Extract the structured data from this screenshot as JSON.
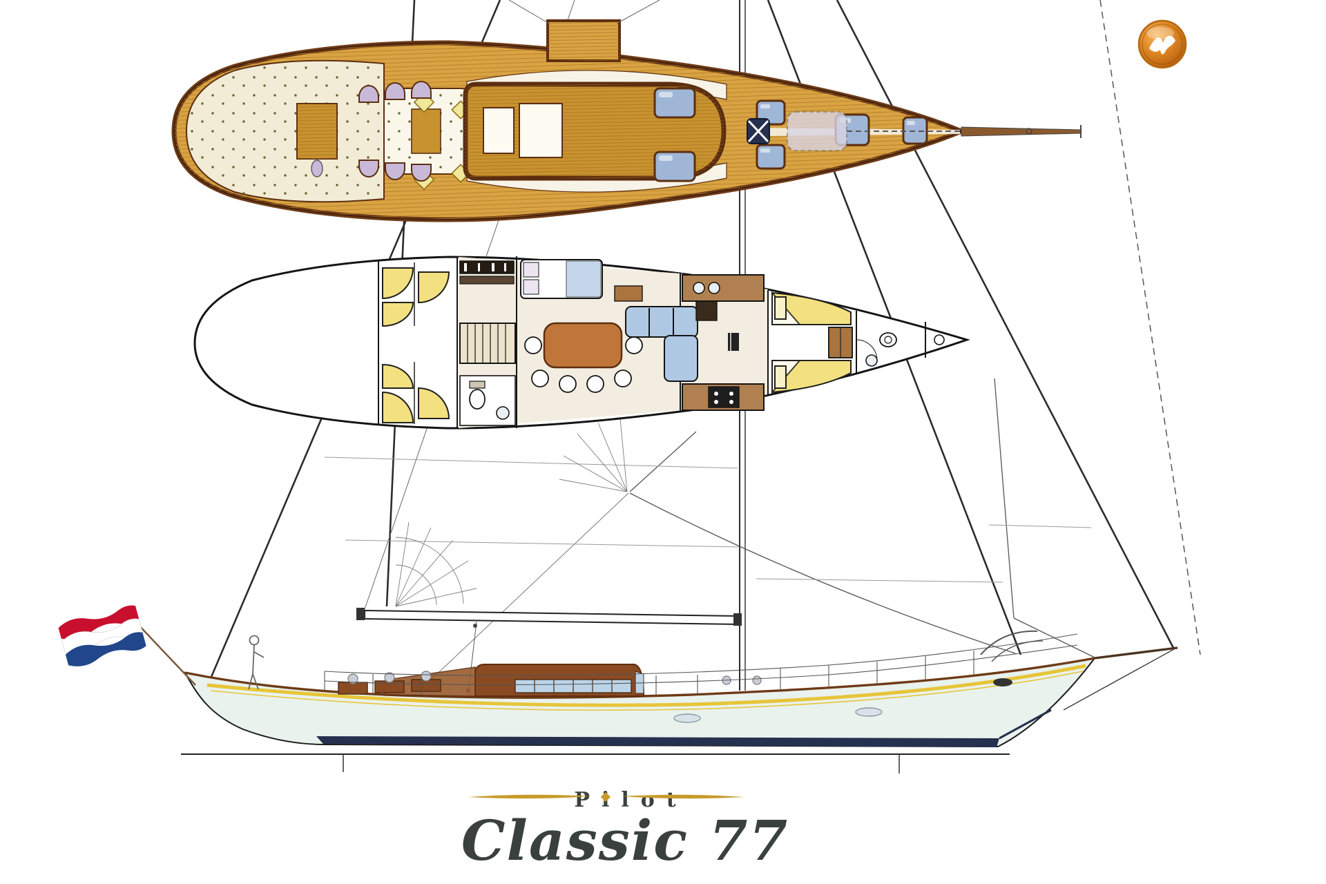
{
  "title": {
    "line1": "Pilot",
    "line2": "Classic 77"
  },
  "logo": {
    "icon": "bird-icon",
    "background": "#D9730D"
  },
  "flag": {
    "country": "netherlands-flag",
    "stripes": [
      "#C8102E",
      "#FFFFFF",
      "#21468B"
    ]
  },
  "colors": {
    "teak": "#D9A343",
    "teak_dark": "#C8922F",
    "caprail": "#6E3A17",
    "cream": "#F2ECD6",
    "berth_yellow": "#F3E080",
    "cushion_blue": "#AFC9E4",
    "glass_blue": "#9FB6D6",
    "table_orange": "#C0763A",
    "wood": "#A9743E",
    "wood_dark": "#8A4A22",
    "hull_mint": "#E9F2ED",
    "sheer_gold": "#E7C53A",
    "waterline_navy": "#26304F",
    "line_dark": "#1A1A1A",
    "rig_gray": "#555555",
    "seam_gray": "#9A9A9A",
    "lavender": "#C9B9D9",
    "flag_red": "#C8102E",
    "flag_white": "#FFFFFF",
    "flag_blue": "#21468B",
    "text": "#3A403D",
    "gold": "#C79B2B",
    "paper": "#FFFFFF"
  }
}
